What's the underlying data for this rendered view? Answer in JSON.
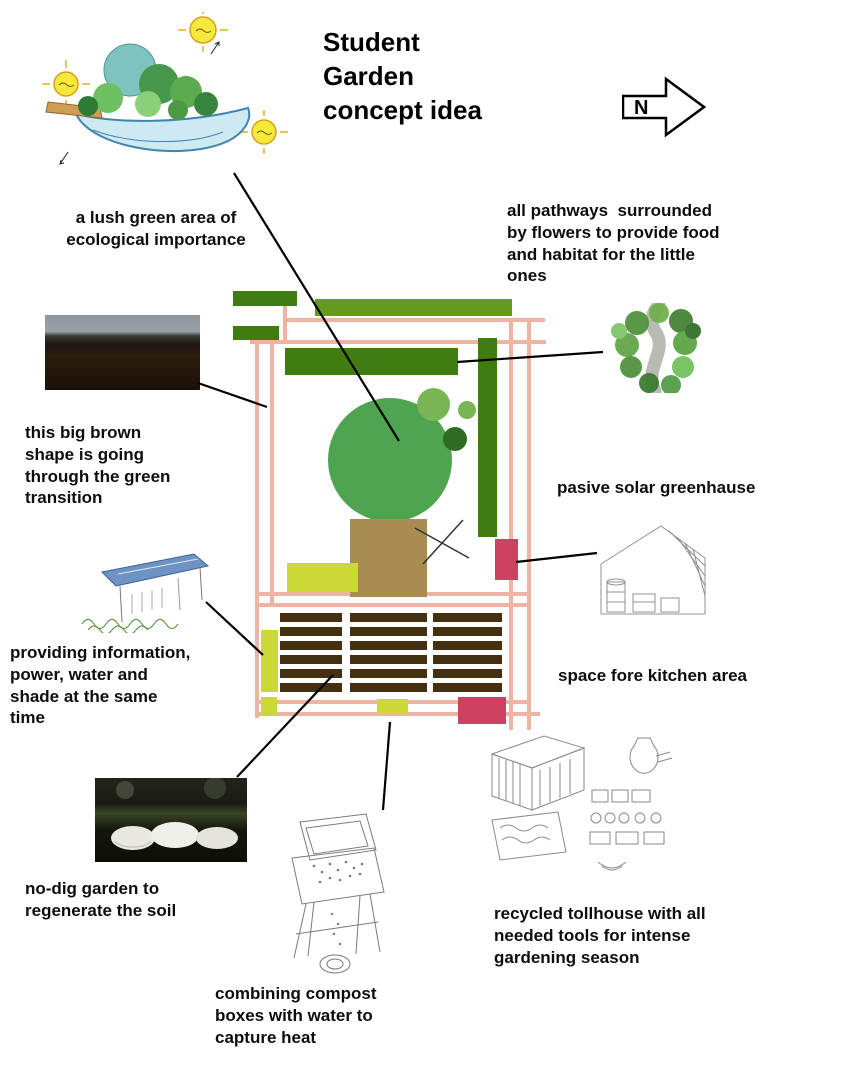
{
  "title": "Student\nGarden\nconcept idea",
  "north": {
    "label": "N"
  },
  "labels": {
    "lush_area": "a lush green area of\necological importance",
    "pathways": "all pathways  surrounded\nby flowers to provide food\nand habitat for the little\nones",
    "brown_transition": "this big brown\nshape is going\nthrough the green\ntransition",
    "greenhouse": "pasive solar greenhause",
    "providing": "providing information,\npower, water and\nshade at the same\ntime",
    "kitchen": "space fore kitchen area",
    "no_dig": "no-dig garden to\nregenerate the soil",
    "compost": "combining compost\nboxes with water to\ncapture heat",
    "toolhouse": "recycled tollhouse with all\nneeded tools for intense\ngardening season"
  },
  "palette": {
    "path_pink": "#efb3a4",
    "dark_green": "#3f7d13",
    "olive_green": "#669a1e",
    "tree_green": "#4fa44f",
    "light_green": "#7ab553",
    "deep_green": "#2f6b22",
    "brown": "#a98c4f",
    "yellow_green": "#ccd838",
    "crimson": "#ce4160",
    "bed_brown": "#452f11"
  }
}
